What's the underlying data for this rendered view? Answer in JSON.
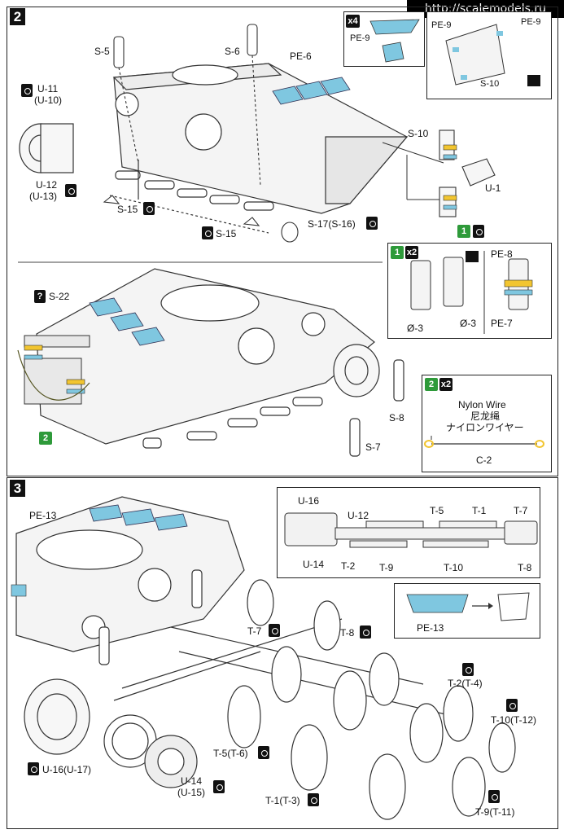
{
  "watermark": "http://scalemodels.ru",
  "steps": {
    "step2": "2",
    "step3": "3"
  },
  "step2": {
    "labels": {
      "s5": "S-5",
      "s6": "S-6",
      "pe6": "PE-6",
      "u11": "U-11",
      "u10": "(U-10)",
      "u12": "U-12",
      "u13": "(U-13)",
      "s15a": "S-15",
      "s15b": "S-15",
      "s17": "S-17(S-16)",
      "s10": "S-10",
      "u1": "U-1",
      "pe9_inset": "PE-9",
      "x4": "x4",
      "pe9_a": "PE-9",
      "pe9_b": "PE-9",
      "s10_inset": "S-10",
      "s22": "S-22",
      "s8": "S-8",
      "s7": "S-7",
      "x2_a": "x2",
      "pe8": "PE-8",
      "pe7": "PE-7",
      "dia3_a": "Ø-3",
      "dia3_b": "Ø-3",
      "x2_b": "x2",
      "nylon_en": "Nylon Wire",
      "nylon_cn": "尼龙绳",
      "nylon_jp": "ナイロンワイヤー",
      "c2": "C-2",
      "ref1": "1",
      "ref2": "2",
      "ref2_tank": "2",
      "ref1_box": "1",
      "q_mark": "?"
    }
  },
  "step3": {
    "labels": {
      "pe13": "PE-13",
      "u16": "U-16",
      "u12": "U-12",
      "u14": "U-14",
      "t5": "T-5",
      "t1": "T-1",
      "t7": "T-7",
      "t2": "T-2",
      "t9": "T-9",
      "t10": "T-10",
      "t8": "T-8",
      "pe13_inset": "PE-13",
      "t7_main": "T-7",
      "t8_main": "T-8",
      "t2t4": "T-2(T-4)",
      "t10t12": "T-10(T-12)",
      "t5t6": "T-5(T-6)",
      "u16u17": "U-16(U-17)",
      "u14a": "U-14",
      "u15": "(U-15)",
      "t1t3": "T-1(T-3)",
      "t9t11": "T-9(T-11)"
    }
  },
  "colors": {
    "yellow": "#f2c530",
    "blue": "#7fc7e0",
    "green": "#2e9a3a",
    "line": "#333333"
  }
}
